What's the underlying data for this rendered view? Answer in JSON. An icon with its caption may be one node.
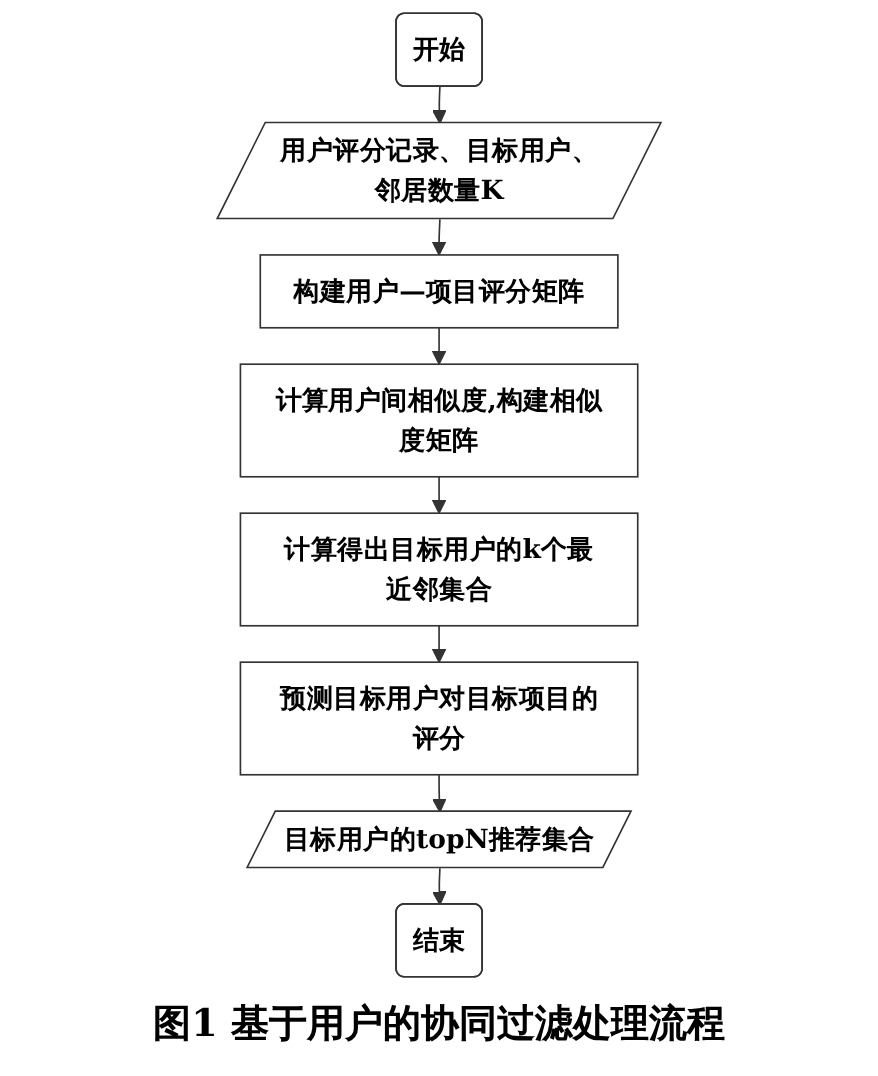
{
  "diagram": {
    "caption": "图1 基于用户的协同过滤处理流程",
    "nodes": [
      {
        "text": [
          "开始"
        ]
      },
      {
        "text": [
          "用户评分记录、目标用户、邻居数量K"
        ]
      },
      {
        "text": [
          "构建用户—项目评分矩阵"
        ]
      },
      {
        "text": [
          "计算用户间相似度,构建相似度矩阵"
        ]
      },
      {
        "text": [
          "计算得出目标用户的k个最近邻集合"
        ]
      },
      {
        "text": [
          "预测目标用户对目标项目的评分"
        ]
      },
      {
        "text": [
          "目标用户的topN推荐集合"
        ]
      },
      {
        "text": [
          "结束"
        ]
      }
    ],
    "edges": [
      {
        "from": 0,
        "to": 1,
        "arrow": "to"
      },
      {
        "from": 1,
        "to": 2,
        "arrow": "to"
      },
      {
        "from": 2,
        "to": 3,
        "arrow": "to"
      },
      {
        "from": 3,
        "to": 4,
        "arrow": "to"
      },
      {
        "from": 4,
        "to": 5,
        "arrow": "to"
      },
      {
        "from": 5,
        "to": 6,
        "arrow": "to"
      },
      {
        "from": 6,
        "to": 7,
        "arrow": "to"
      }
    ]
  }
}
